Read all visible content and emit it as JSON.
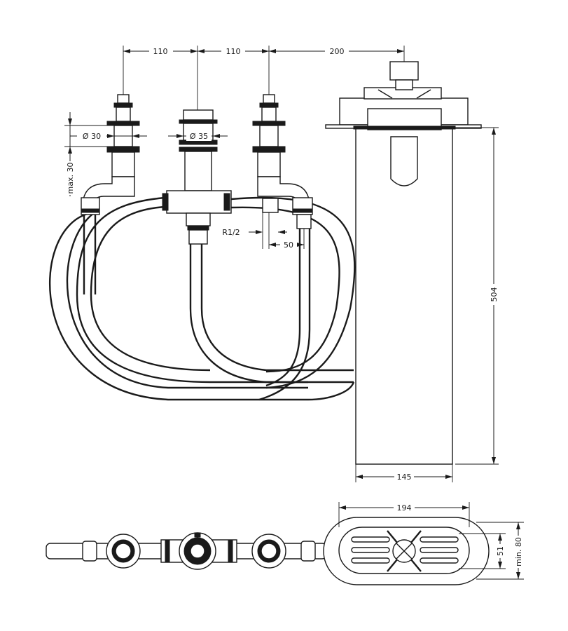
{
  "dimensions": {
    "spacing_left": "110",
    "spacing_right": "110",
    "spacing_body": "200",
    "diameter_side": "Ø 30",
    "diameter_center": "Ø 35",
    "max_thickness": "max. 30",
    "thread": "R1/2",
    "offset": "50",
    "body_height": "504",
    "body_width": "145",
    "plate_width": "194",
    "plate_depth": "51",
    "min_depth": "min. 80"
  },
  "colors": {
    "line": "#1a1a1a",
    "background": "#ffffff"
  }
}
